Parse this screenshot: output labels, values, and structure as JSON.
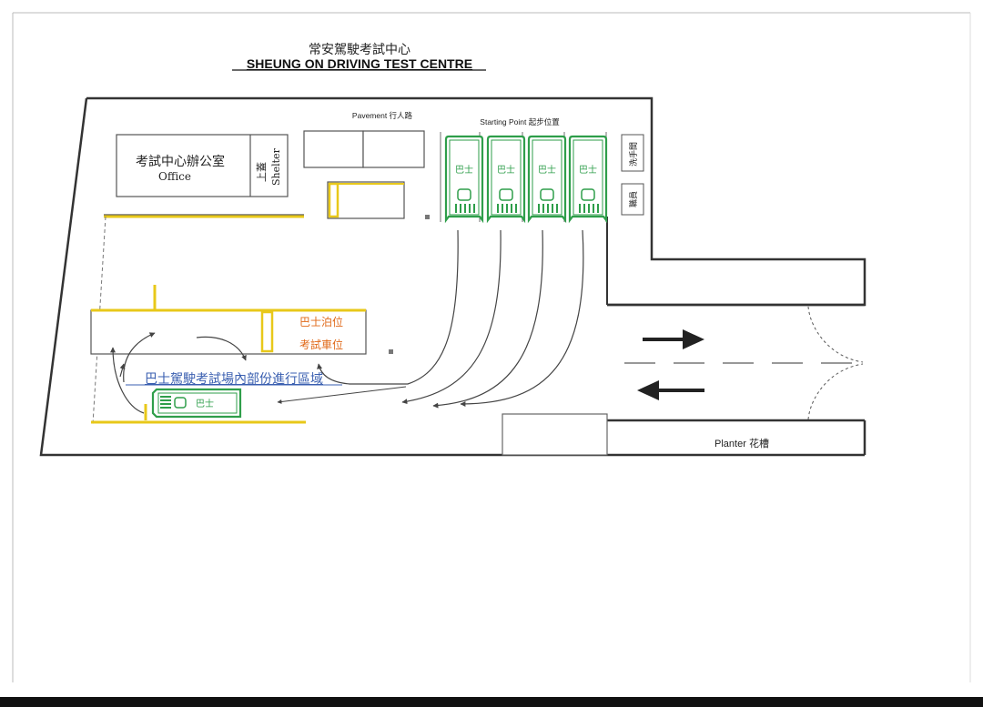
{
  "title": {
    "chinese": "常安駕駛考試中心",
    "english": "SHEUNG ON DRIVING TEST CENTRE"
  },
  "labels": {
    "pavement": "Pavement 行人路",
    "starting_point": "Starting Point 起步位置",
    "office_chinese": "考試中心辦公室",
    "office_english": "Office",
    "shelter_chinese": "上蓋",
    "shelter_english": "Shelter",
    "toilet": "洗手間",
    "staff_room": "職員",
    "bus_parking": "巴士泊位",
    "test_car_space": "考試車位",
    "bus_area": "巴士駕駛考試場內部份進行區域",
    "planter": "Planter 花槽"
  },
  "buses": {
    "label": "巴士",
    "count_at_start": 4
  },
  "colors": {
    "wall": "#333333",
    "bus_outline": "#2e9e4a",
    "yellow_line": "#e8c81a",
    "orange_text": "#e06a1a",
    "blue_text": "#3a5fb0",
    "arrow": "#444444"
  }
}
